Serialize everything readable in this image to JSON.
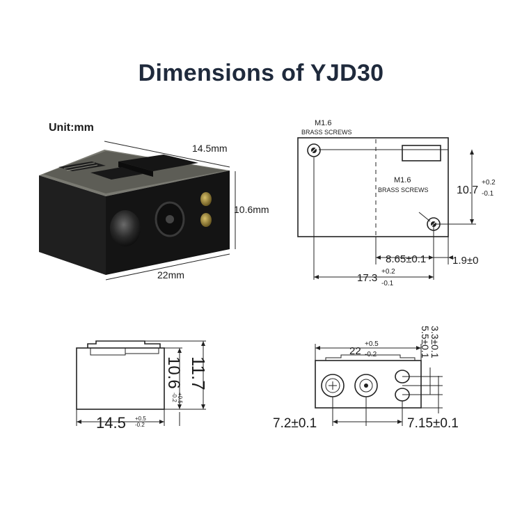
{
  "title": "Dimensions of YJD30",
  "unit_label": "Unit:mm",
  "photo": {
    "depth_label": "14.5mm",
    "height_label": "10.6mm",
    "width_label": "22mm"
  },
  "top_view": {
    "screw_label_top_line1": "M1.6",
    "screw_label_top_line2": "BRASS SCREWS",
    "screw_label_mid_line1": "M1.6",
    "screw_label_mid_line2": "BRASS SCREWS",
    "height_main": "10.7",
    "height_tol_plus": "+0.2",
    "height_tol_minus": "-0.1",
    "offset_label": "8.65±0.1",
    "edge_label": "1.9±0",
    "length_main": "17.3",
    "length_tol_plus": "+0.2",
    "length_tol_minus": "-0.1"
  },
  "side_view": {
    "total_height": "11.7",
    "body_height_main": "10.6",
    "body_height_tol_plus": "+0.5",
    "body_height_tol_minus": "-0.2",
    "depth_main": "14.5",
    "depth_tol_plus": "+0.5",
    "depth_tol_minus": "-0.2"
  },
  "front_view": {
    "width_main": "22",
    "width_tol_plus": "+0.5",
    "width_tol_minus": "-0.2",
    "spacing_a": "5.5±0.1",
    "spacing_b": "3.3±0.1",
    "left_offset": "7.2±0.1",
    "right_offset": "7.15±0.1"
  }
}
